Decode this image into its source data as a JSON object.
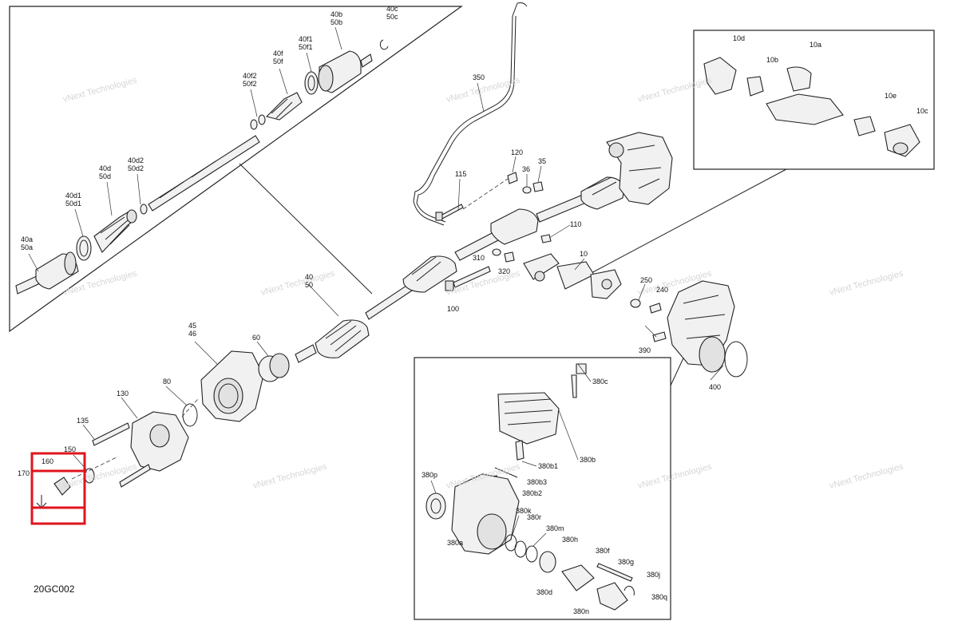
{
  "diagram_code": "20GC002",
  "highlight_color": "#e0141e",
  "watermark": {
    "big": "vNext Technologies",
    "small": "vNext Technologies"
  },
  "labels": {
    "l40a": "40a",
    "l50a": "50a",
    "l40d1": "40d1",
    "l50d1": "50d1",
    "l40d": "40d",
    "l50d": "50d",
    "l40d2": "40d2",
    "l50d2": "50d2",
    "l40f2": "40f2",
    "l50f2": "50f2",
    "l40f": "40f",
    "l50f": "50f",
    "l40f1": "40f1",
    "l50f1": "50f1",
    "l40b": "40b",
    "l50b": "50b",
    "l40c": "40c",
    "l50c": "50c",
    "l350": "350",
    "l115": "115",
    "l120": "120",
    "l36": "36",
    "l35": "35",
    "l110": "110",
    "l310": "310",
    "l320": "320",
    "l100": "100",
    "l10": "10",
    "l250": "250",
    "l240": "240",
    "l390": "390",
    "l400": "400",
    "l40": "40",
    "l50": "50",
    "l45": "45",
    "l46": "46",
    "l60": "60",
    "l80": "80",
    "l130": "130",
    "l135": "135",
    "l150": "150",
    "l160": "160",
    "l170": "170",
    "l10d": "10d",
    "l10a": "10a",
    "l10b": "10b",
    "l10e": "10e",
    "l10c": "10c",
    "l380c": "380c",
    "l380b": "380b",
    "l380b1": "380b1",
    "l380b3": "380b3",
    "l380b2": "380b2",
    "l380p": "380p",
    "l380k": "380k",
    "l380r": "380r",
    "l380m": "380m",
    "l380h": "380h",
    "l380a": "380a",
    "l380f": "380f",
    "l380g": "380g",
    "l380j": "380j",
    "l380d": "380d",
    "l380q": "380q",
    "l380n": "380n"
  }
}
